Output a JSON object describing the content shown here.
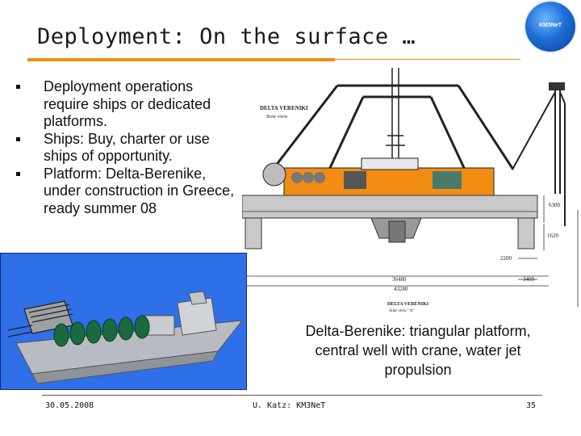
{
  "slide": {
    "title": "Deployment: On the surface …",
    "logo_text": "KM3NeT",
    "bullets": [
      "Deployment operations require ships or dedicated platforms.",
      "Ships: Buy, charter or use ships of opportunity.",
      "Platform: Delta-Berenike, under construction in Greece, ready summer 08"
    ],
    "caption": "Delta-Berenike: triangular platform, central well with crane, water jet propulsion",
    "accent_color": "#f28c12"
  },
  "drawing": {
    "title_line1": "DELTA VERENIKI",
    "title_line2": "Bow view",
    "dim_6300": "6300",
    "dim_1620": "1620",
    "dim_2200": "2200",
    "dim_36480": "36480",
    "dim_3400": "3400",
    "dim_43280": "43280",
    "bottom_title": "DELTA VERENIKI",
    "bottom_subtitle": "Side view \"A\""
  },
  "footer": {
    "date": "30.05.2008",
    "author": "U. Katz: KM3NeT",
    "page": "35"
  }
}
